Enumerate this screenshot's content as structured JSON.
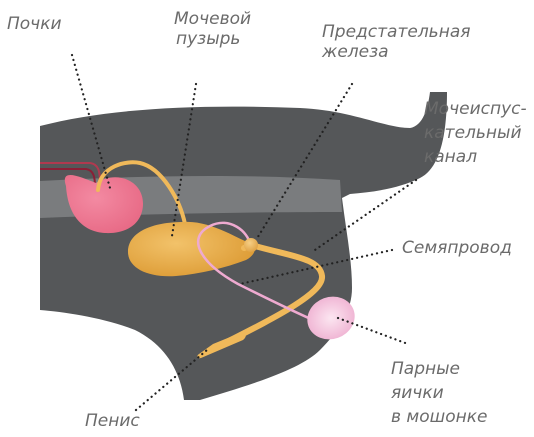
{
  "labels": {
    "kidneys": "Почки",
    "bladder_line1": "Мочевой",
    "bladder_line2": "пузырь",
    "prostate_line1": "Предстательная",
    "prostate_line2": "железа",
    "urethra_line1": "Мочеиспус-",
    "urethra_line2": "кательный",
    "urethra_line3": "канал",
    "vas_deferens": "Семяпровод",
    "testes_line1": "Парные",
    "testes_line2": "яички",
    "testes_line3": "в мошонке",
    "penis": "Пенис"
  },
  "colors": {
    "body_silhouette": "#555759",
    "body_band": "#7a7c7e",
    "kidney": "#ef7b95",
    "bladder": "#e7a63f",
    "urinary_tract": "#f0b95a",
    "vas_deferens": "#eeaad0",
    "testis": "#f6c6dd",
    "blood_vessels": "#b0394f",
    "leader_lines": "#222222",
    "label_text": "#6b6b6b"
  },
  "icons": {
    "kidney": "kidney-shape",
    "bladder": "bladder-shape",
    "prostate": "prostate-gland-shape",
    "testis": "testis-shape"
  }
}
